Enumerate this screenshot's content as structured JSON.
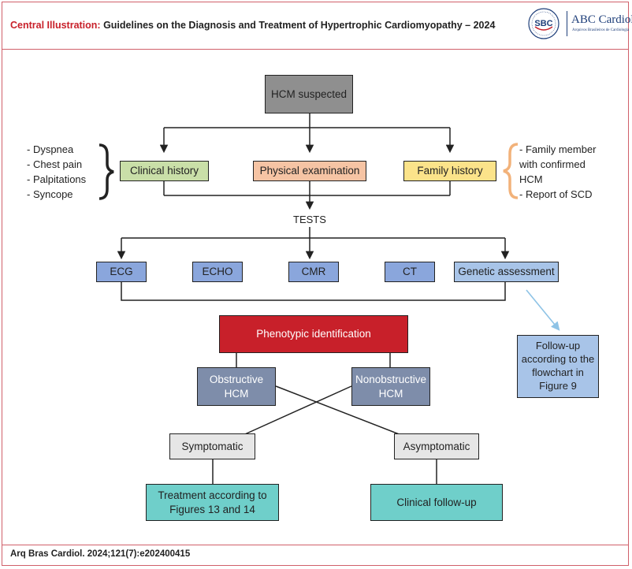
{
  "header": {
    "title_prefix": "Central Illustration:",
    "title_main": "Guidelines on the Diagnosis and Treatment of Hypertrophic Cardiomyopathy – 2024",
    "logo_seal_text": "SBC",
    "logo_name": "ABC Cardiol",
    "logo_subtitle": "Arquivos Brasileiros de Cardiologia"
  },
  "footer": {
    "citation": "Arq Bras Cardiol. 2024;121(7):e202400415"
  },
  "colors": {
    "accent_red": "#c8202a",
    "frame": "#d0606a",
    "gray_box": "#8f8f8f",
    "green_box": "#c9dfa8",
    "salmon_box": "#f6c4a4",
    "yellow_box": "#fbe38a",
    "blue_box": "#8aa6dc",
    "light_blue_box": "#a8c4e8",
    "slate_box": "#7e8daa",
    "teal_box": "#6fcfca",
    "light_gray_box": "#e6e6e6",
    "arrow_blue": "#8ec3e6",
    "bracket_orange": "#f2b27a"
  },
  "diagram": {
    "hcm_suspected": "HCM suspected",
    "clinical_history": "Clinical history",
    "physical_exam": "Physical examination",
    "family_history": "Family history",
    "symptoms": [
      "- Dyspnea",
      "- Chest pain",
      "- Palpitations",
      "- Syncope"
    ],
    "family_notes": [
      "- Family member",
      "with confirmed",
      "HCM",
      "- Report of SCD"
    ],
    "tests_label": "TESTS",
    "tests": [
      "ECG",
      "ECHO",
      "CMR",
      "CT",
      "Genetic assessment"
    ],
    "follow_up_genetic": "Follow-up according to the flowchart in Figure 9",
    "phenotypic": "Phenotypic identification",
    "obstructive": "Obstructive HCM",
    "nonobstructive": "Nonobstructive HCM",
    "symptomatic": "Symptomatic",
    "asymptomatic": "Asymptomatic",
    "treatment": "Treatment according to Figures 13 and 14",
    "clinical_followup": "Clinical follow-up"
  }
}
